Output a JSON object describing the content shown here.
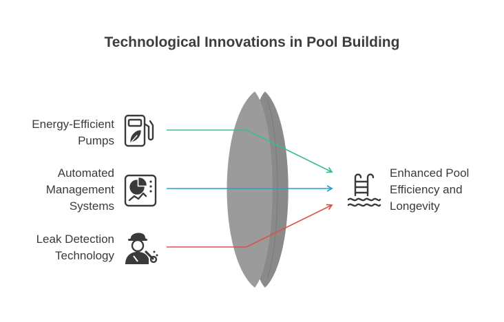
{
  "title": "Technological Innovations in Pool Building",
  "inputs": [
    {
      "lines": [
        "Energy-Efficient",
        "Pumps"
      ],
      "icon": "fuel-pump-leaf-icon",
      "color": "#3dbd8a"
    },
    {
      "lines": [
        "Automated",
        "Management",
        "Systems"
      ],
      "icon": "monitor-chart-icon",
      "color": "#2a9fc9"
    },
    {
      "lines": [
        "Leak Detection",
        "Technology"
      ],
      "icon": "plumber-wrench-icon",
      "color": "#d9534a"
    }
  ],
  "output": {
    "lines": [
      "Enhanced Pool",
      "Efficiency and",
      "Longevity"
    ],
    "icon": "pool-ladder-icon"
  },
  "lens_color": "#9b9b9b"
}
